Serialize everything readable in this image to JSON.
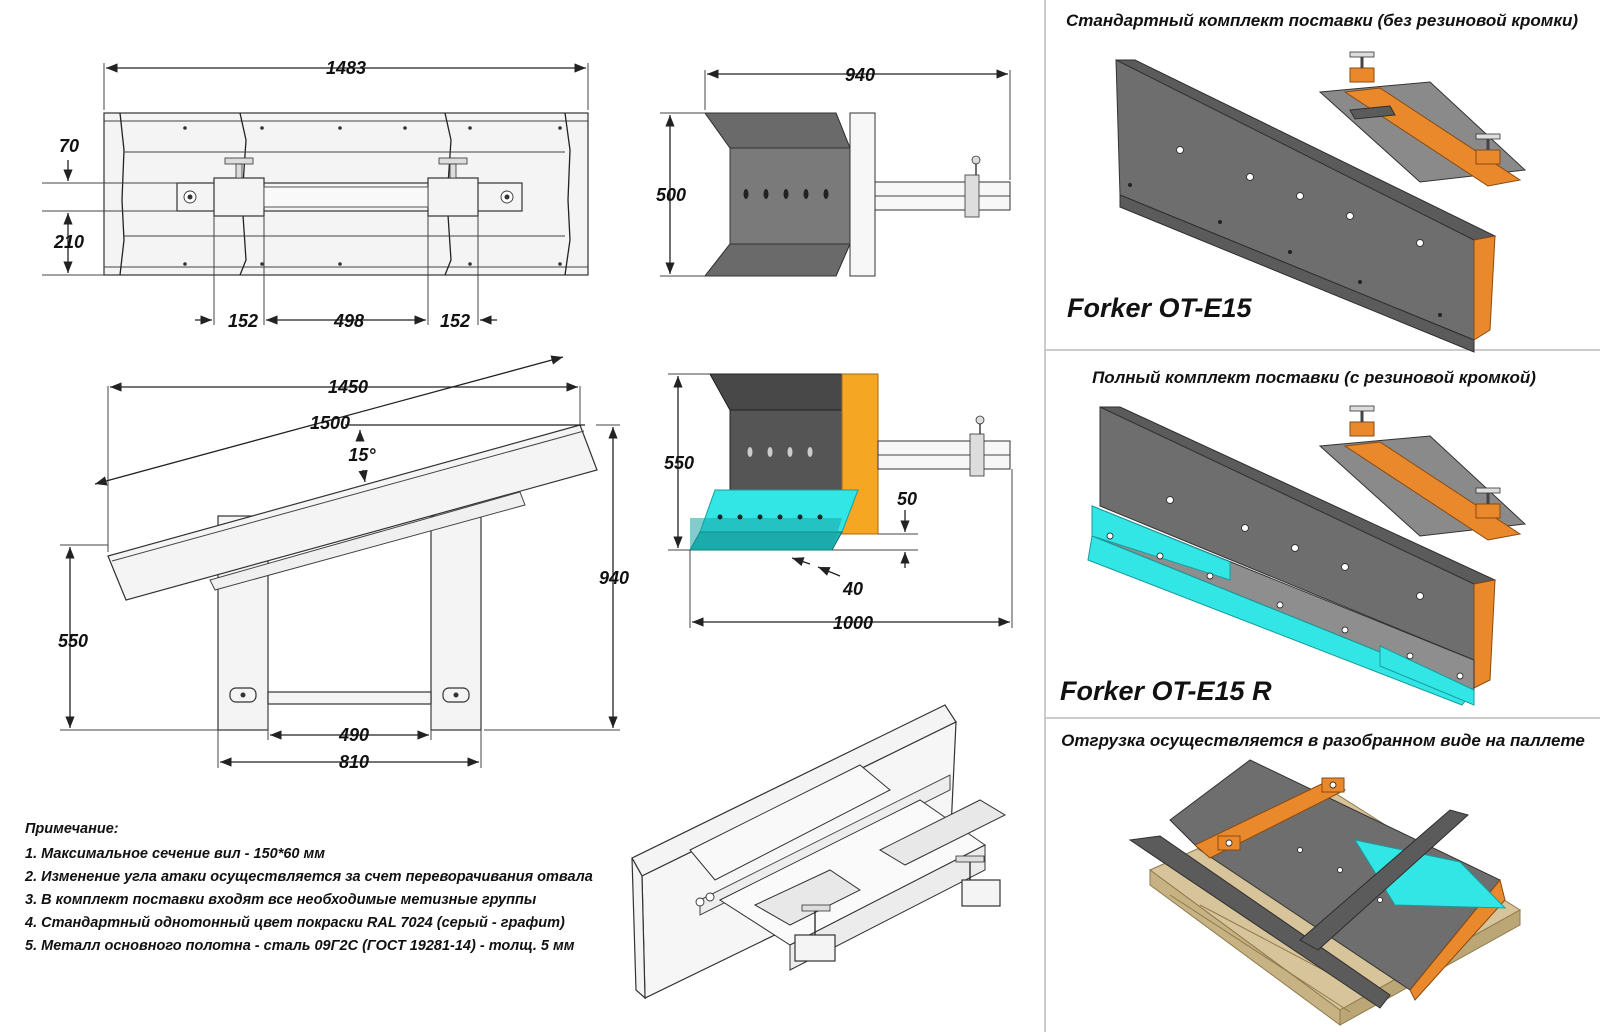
{
  "top_view": {
    "width_total": "1483",
    "dim_70": "70",
    "dim_210": "210",
    "dim_152_left": "152",
    "dim_498": "498",
    "dim_152_right": "152"
  },
  "side_view_small": {
    "width": "940",
    "height": "500"
  },
  "front_view": {
    "width_projected": "1450",
    "width_blade": "1500",
    "angle": "15°",
    "height_total": "940",
    "height_frame": "550",
    "inner_width": "490",
    "outer_width": "810"
  },
  "side_view_rubber": {
    "height": "550",
    "dim_50": "50",
    "dim_40": "40",
    "length": "1000"
  },
  "notes": {
    "title": "Примечание:",
    "items": [
      "1.  Максимальное сечение вил - 150*60 мм",
      "2. Изменение угла атаки осуществляется за счет переворачивания отвала",
      "3. В комплект поставки входят все необходимые метизные группы",
      "4. Стандартный однотонный цвет покраски RAL 7024 (серый - графит)",
      "5. Металл основного полотна - сталь 09Г2С (ГОСТ 19281-14) - толщ. 5 мм"
    ]
  },
  "panels": [
    {
      "title": "Стандартный комплект поставки (без резиновой кромки)",
      "model": "Forker OT-E15"
    },
    {
      "title": "Полный комплект поставки (с резиновой кромкой)",
      "model": "Forker OT-E15 R"
    },
    {
      "title": "Отгрузка осуществляется в разобранном виде на паллете",
      "model": ""
    }
  ],
  "colors": {
    "steel": "#6e6e6e",
    "frame_orange": "#e9892b",
    "rubber_cyan": "#33e6e6",
    "rubber_teal": "#1fb3b3",
    "mount_amber": "#f5a623",
    "pallet_wood": "#d8c49a"
  }
}
